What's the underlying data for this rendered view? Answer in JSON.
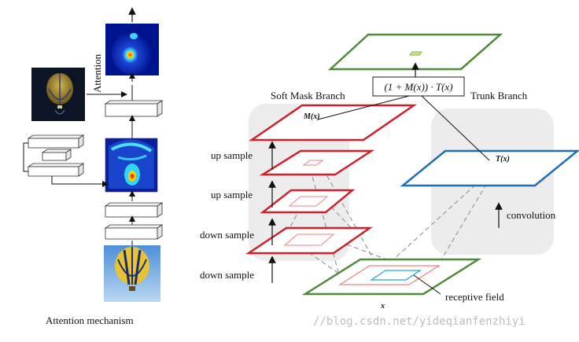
{
  "left_panel": {
    "attention_label": "Attention",
    "caption": "Attention mechanism"
  },
  "right_panel": {
    "soft_mask_title": "Soft Mask Branch",
    "trunk_title": "Trunk Branch",
    "formula": "(1 + M(x)) · T(x)",
    "mask_label": "M(x)",
    "trunk_label": "T(x)",
    "input_label": "x",
    "steps": [
      "up sample",
      "up sample",
      "down sample",
      "down sample"
    ],
    "convolution_label": "convolution",
    "receptive_label": "receptive field"
  },
  "watermark": "//blog.csdn.net/yideqianfenzhiyi",
  "colors": {
    "red": "#d0202a",
    "pink": "#f08080",
    "green": "#4f8a3a",
    "blue": "#1f6fb5",
    "cyan": "#1aa6c8",
    "panel_bg": "#ececec"
  }
}
